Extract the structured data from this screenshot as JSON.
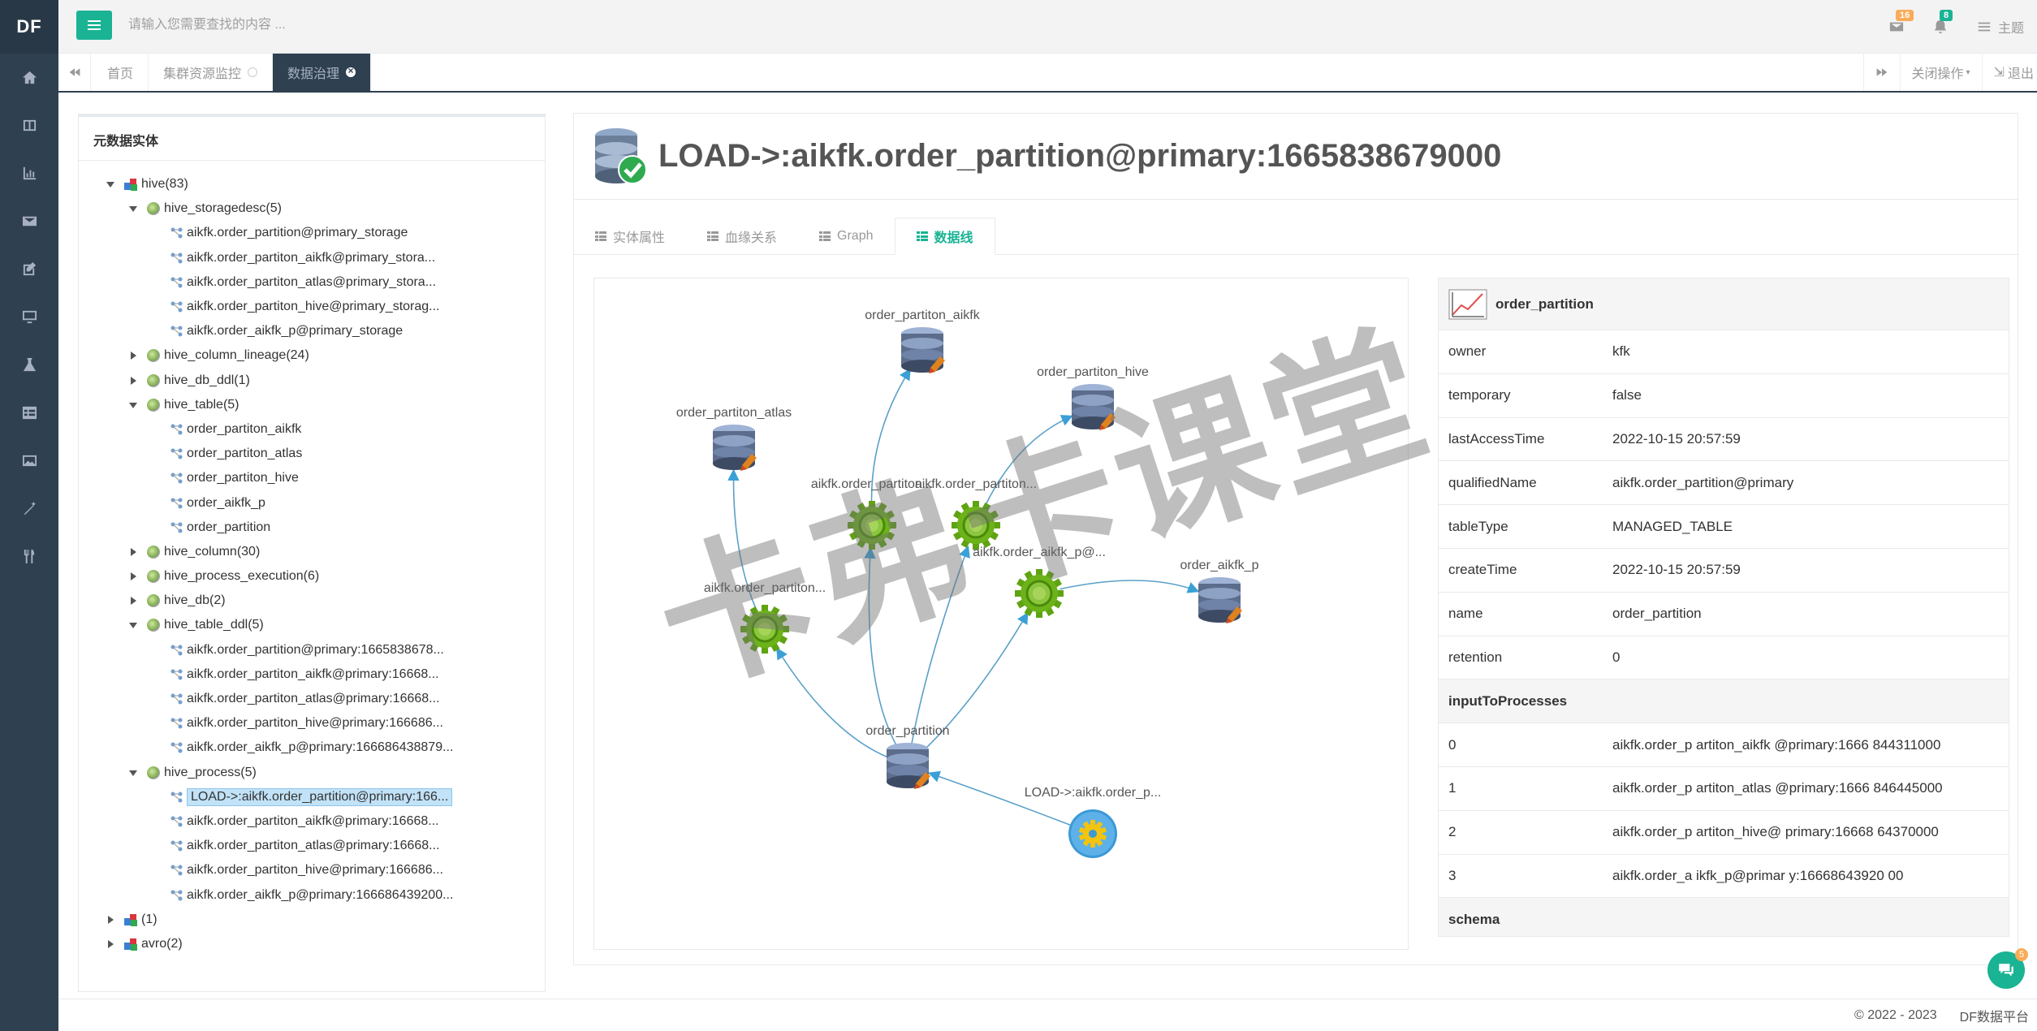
{
  "app": {
    "logo": "DF"
  },
  "topbar": {
    "search_placeholder": "请输入您需要查找的内容 ...",
    "mail_count": "16",
    "bell_count": "8",
    "theme_label": "主题"
  },
  "tabs": {
    "items": [
      {
        "label": "首页"
      },
      {
        "label": "集群资源监控"
      },
      {
        "label": "数据治理"
      }
    ],
    "close_ops": "关闭操作",
    "logout": "退出"
  },
  "left": {
    "title": "元数据实体",
    "tree": [
      {
        "label": "hive(83)"
      },
      {
        "label": "hive_storagedesc(5)"
      },
      {
        "label": "aikfk.order_partition@primary_storage"
      },
      {
        "label": "aikfk.order_partiton_aikfk@primary_stora..."
      },
      {
        "label": "aikfk.order_partiton_atlas@primary_stora..."
      },
      {
        "label": "aikfk.order_partiton_hive@primary_storag..."
      },
      {
        "label": "aikfk.order_aikfk_p@primary_storage"
      },
      {
        "label": "hive_column_lineage(24)"
      },
      {
        "label": "hive_db_ddl(1)"
      },
      {
        "label": "hive_table(5)"
      },
      {
        "label": "order_partiton_aikfk"
      },
      {
        "label": "order_partiton_atlas"
      },
      {
        "label": "order_partiton_hive"
      },
      {
        "label": "order_aikfk_p"
      },
      {
        "label": "order_partition"
      },
      {
        "label": "hive_column(30)"
      },
      {
        "label": "hive_process_execution(6)"
      },
      {
        "label": "hive_db(2)"
      },
      {
        "label": "hive_table_ddl(5)"
      },
      {
        "label": "aikfk.order_partition@primary:1665838678..."
      },
      {
        "label": "aikfk.order_partiton_aikfk@primary:16668..."
      },
      {
        "label": "aikfk.order_partiton_atlas@primary:16668..."
      },
      {
        "label": "aikfk.order_partiton_hive@primary:166686..."
      },
      {
        "label": "aikfk.order_aikfk_p@primary:166686438879..."
      },
      {
        "label": "hive_process(5)"
      },
      {
        "label": "LOAD->:aikfk.order_partition@primary:166..."
      },
      {
        "label": "aikfk.order_partiton_aikfk@primary:16668..."
      },
      {
        "label": "aikfk.order_partiton_atlas@primary:16668..."
      },
      {
        "label": "aikfk.order_partiton_hive@primary:166686..."
      },
      {
        "label": "aikfk.order_aikfk_p@primary:166686439200..."
      },
      {
        "label": "(1)"
      },
      {
        "label": "avro(2)"
      }
    ]
  },
  "entity": {
    "title": "LOAD->:aikfk.order_partition@primary:1665838679000",
    "tabs": [
      "实体属性",
      "血缘关系",
      "Graph",
      "数据线"
    ]
  },
  "graph": {
    "nodes": [
      {
        "label": "order_partiton_aikfk"
      },
      {
        "label": "order_partiton_hive"
      },
      {
        "label": "order_partiton_atlas"
      },
      {
        "label": "aikfk.order_partiton..."
      },
      {
        "label": "aikfk.order_partiton..."
      },
      {
        "label": "aikfk.order_aikfk_p@..."
      },
      {
        "label": "order_aikfk_p"
      },
      {
        "label": "aikfk.order_partiton..."
      },
      {
        "label": "order_partition"
      },
      {
        "label": "LOAD->:aikfk.order_p..."
      }
    ]
  },
  "props": {
    "title": "order_partition",
    "rows": [
      {
        "k": "owner",
        "v": "kfk"
      },
      {
        "k": "temporary",
        "v": "false"
      },
      {
        "k": "lastAccessTime",
        "v": "2022-10-15 20:57:59"
      },
      {
        "k": "qualifiedName",
        "v": "aikfk.order_partition@primary"
      },
      {
        "k": "tableType",
        "v": "MANAGED_TABLE"
      },
      {
        "k": "createTime",
        "v": "2022-10-15 20:57:59"
      },
      {
        "k": "name",
        "v": "order_partition"
      },
      {
        "k": "retention",
        "v": "0"
      }
    ],
    "section1": "inputToProcesses",
    "rows2": [
      {
        "k": "0",
        "v": "aikfk.order_p artiton_aikfk @primary:1666 844311000"
      },
      {
        "k": "1",
        "v": "aikfk.order_p artiton_atlas @primary:1666 846445000"
      },
      {
        "k": "2",
        "v": "aikfk.order_p artiton_hive@ primary:16668 64370000"
      },
      {
        "k": "3",
        "v": "aikfk.order_a ikfk_p@primar y:16668643920 00"
      }
    ],
    "section2": "schema"
  },
  "watermark": "卡弗卡课堂",
  "footer": {
    "copyright": "© 2022 - 2023",
    "brand": "DF数据平台"
  },
  "chat": {
    "count": "5"
  }
}
